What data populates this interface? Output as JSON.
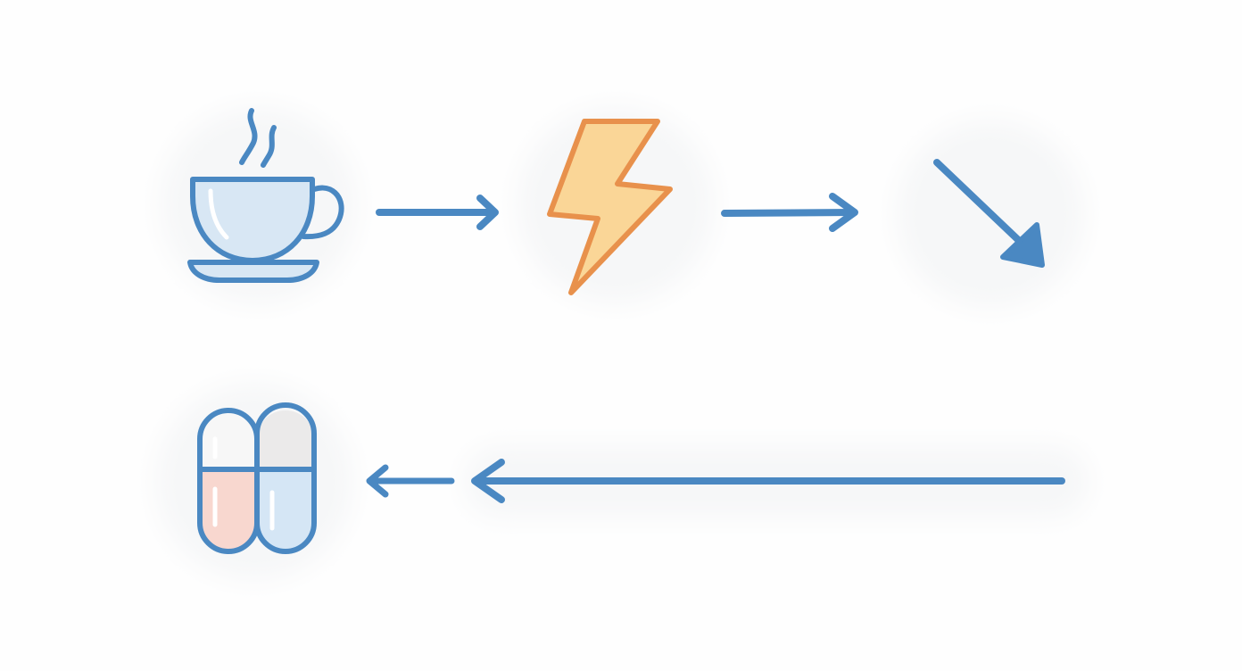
{
  "diagram": {
    "nodes": [
      {
        "id": "coffee-cup",
        "icon": "coffee-cup-icon"
      },
      {
        "id": "energy-spike",
        "icon": "lightning-bolt-icon"
      },
      {
        "id": "decline",
        "icon": "down-right-arrow-icon"
      },
      {
        "id": "pills",
        "icon": "capsule-pills-icon"
      }
    ],
    "edges": [
      {
        "from": "coffee-cup",
        "to": "energy-spike"
      },
      {
        "from": "energy-spike",
        "to": "decline"
      },
      {
        "from": "decline",
        "to": "pills"
      }
    ],
    "colors": {
      "background": "#fefefe",
      "halo": "#f6f7f8",
      "stroke_blue": "#4a88c2",
      "cup_fill": "#d8e7f4",
      "bolt_stroke": "#e8914c",
      "bolt_fill": "#fad697",
      "capsule_white": "#f7f7f7",
      "capsule_grey": "#ebeaea",
      "capsule_pink": "#f8d7cf",
      "capsule_blue": "#d5e6f5"
    }
  }
}
